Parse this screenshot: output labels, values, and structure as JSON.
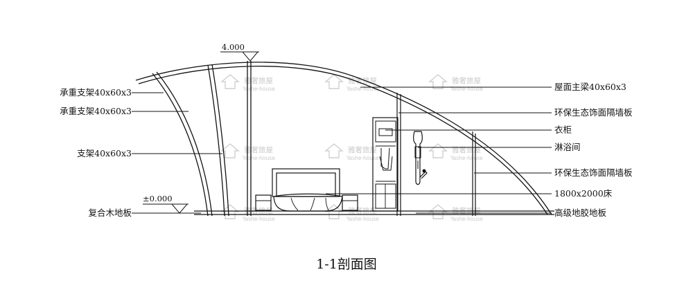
{
  "drawing": {
    "title": "1-1剖面图",
    "elevations": {
      "top": "4.000",
      "floor": "±0.000"
    },
    "watermark": {
      "brand": "雅奢旅屋",
      "sub": "Yashe-house"
    },
    "labels_left": [
      {
        "text": "承重支架40x60x3"
      },
      {
        "text": "承重支架40x60x3"
      },
      {
        "text": "支架40x60x3"
      },
      {
        "text": "复合木地板"
      }
    ],
    "labels_right": [
      {
        "text": "屋面主梁40x60x3"
      },
      {
        "text": "环保生态饰面隔墙板"
      },
      {
        "text": "衣柜"
      },
      {
        "text": "淋浴间"
      },
      {
        "text": "环保生态饰面隔墙板"
      },
      {
        "text": "1800x2000床"
      },
      {
        "text": "高级地胶地板"
      }
    ]
  }
}
